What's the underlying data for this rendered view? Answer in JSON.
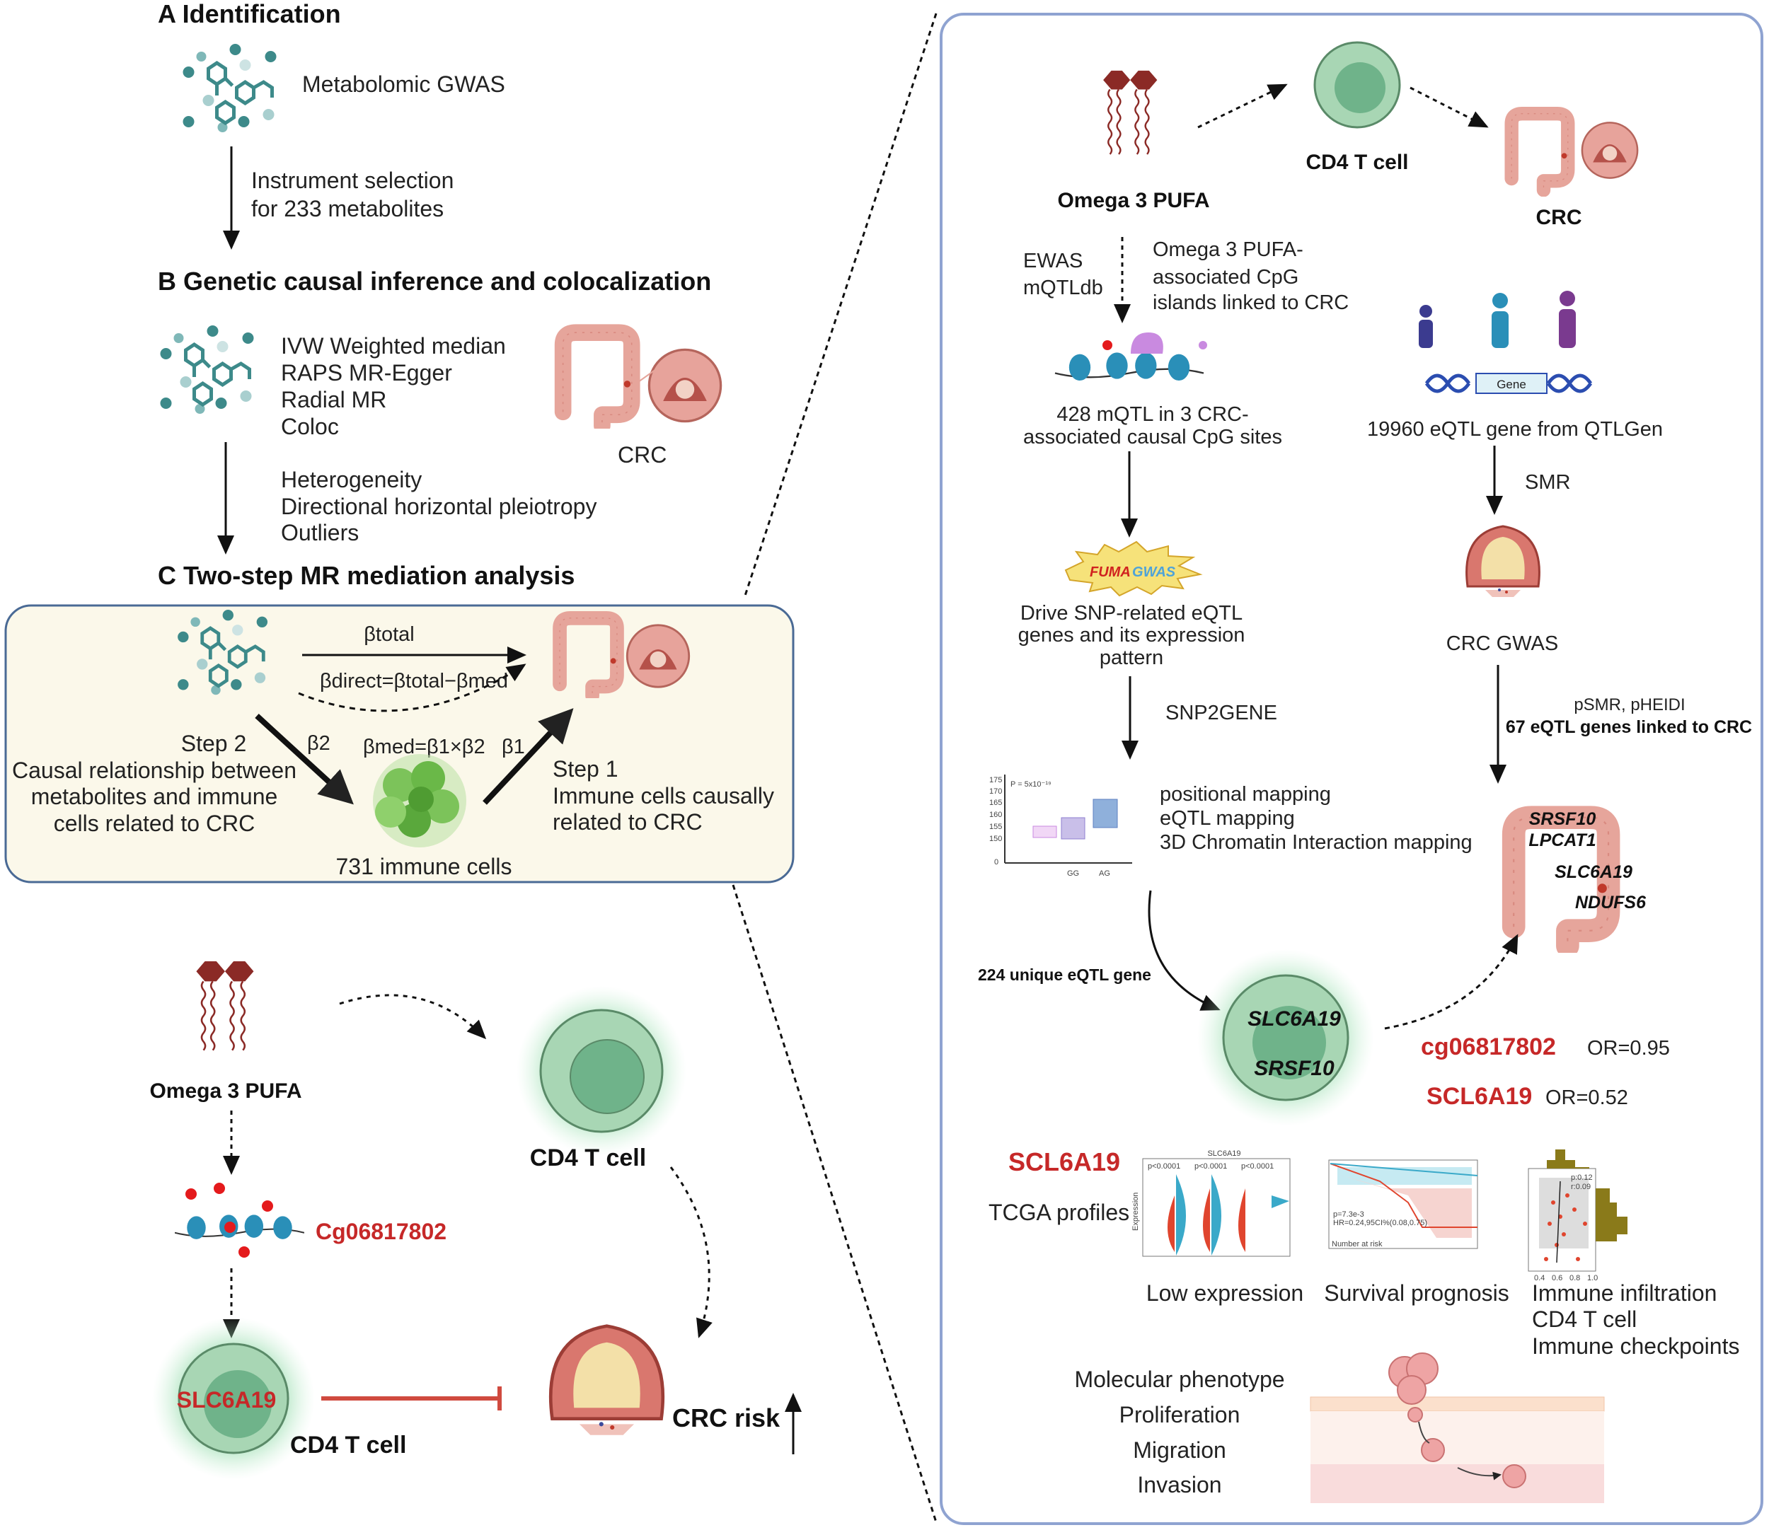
{
  "section_a": {
    "title": "A  Identification",
    "gwas": "Metabolomic GWAS",
    "step_line1": "Instrument selection",
    "step_line2": "for 233 metabolites"
  },
  "section_b": {
    "title": "B  Genetic causal inference and colocalization",
    "methods": [
      "IVW   Weighted median",
      "RAPS    MR-Egger",
      "Radial MR",
      "Coloc"
    ],
    "organ_label": "CRC",
    "sensitivity": [
      "Heterogeneity",
      "Directional horizontal pleiotropy",
      "Outliers"
    ]
  },
  "section_c": {
    "title": "C  Two-step MR mediation analysis",
    "beta_total": "βtotal",
    "beta_direct": "βdirect=βtotal−βmed",
    "beta2": "β2",
    "beta_med": "βmed=β1×β2",
    "beta1": "β1",
    "step2": [
      "Step 2",
      "Causal relationship between",
      "metabolites and immune",
      "cells related to CRC"
    ],
    "step1": [
      "Step 1",
      "Immune cells causally",
      "related to CRC"
    ],
    "immune_cells": "731 immune cells"
  },
  "summary": {
    "omega": "Omega 3 PUFA",
    "cd4": "CD4 T cell",
    "cpg": "Cg06817802",
    "gene": "SLC6A19",
    "cd4_bottom": "CD4 T cell",
    "crc_risk": "CRC risk"
  },
  "right": {
    "omega": "Omega 3 PUFA",
    "cd4": "CD4 T cell",
    "crc": "CRC",
    "ewas": [
      "EWAS",
      "mQTLdb"
    ],
    "cpg_desc": [
      "Omega 3 PUFA-",
      "associated CpG",
      "islands linked to CRC"
    ],
    "mqtl": [
      "428 mQTL in 3 CRC-",
      "associated causal CpG sites"
    ],
    "fuma": {
      "a": "FUMA",
      "b": "GWAS"
    },
    "drive": [
      "Drive SNP-related eQTL",
      "genes and its expression",
      "pattern"
    ],
    "snp2gene": "SNP2GENE",
    "mapping": [
      "positional mapping",
      "eQTL mapping",
      "3D Chromatin Interaction mapping"
    ],
    "boxplot": {
      "p": "P = 5x10⁻¹⁹",
      "yticks": [
        "175",
        "170",
        "165",
        "160",
        "155",
        "150",
        "0"
      ],
      "xticks": [
        "GG",
        "AG"
      ]
    },
    "gene_box": "Gene",
    "eqtl": "19960 eQTL gene from QTLGen",
    "smr": "SMR",
    "crc_gwas": "CRC GWAS",
    "psmr": "pSMR,  pHEIDI",
    "linked": "67 eQTL genes linked to CRC",
    "colon_genes": [
      "SRSF10",
      "LPCAT1",
      "SLC6A19",
      "NDUFS6"
    ],
    "unique": "224 unique eQTL gene",
    "cell_genes": [
      "SLC6A19",
      "SRSF10"
    ],
    "cg": "cg06817802",
    "cg_or": "OR=0.95",
    "scl": "SCL6A19",
    "scl_or": "OR=0.52",
    "tcga_gene": "SCL6A19",
    "tcga": "TCGA profiles",
    "violin": {
      "title": "SLC6A19",
      "p": [
        "p<0.0001",
        "p<0.0001",
        "p<0.0001"
      ],
      "ylabel": "Expression"
    },
    "km": {
      "p": "p=7.3e-3",
      "hr": "HR=0.24,95CI%(0.08,0.75)",
      "risk": "Number at risk"
    },
    "scatter": {
      "p": "p:0.12",
      "r": "r:0.09",
      "xticks": [
        "0.4",
        "0.6",
        "0.8",
        "1.0"
      ]
    },
    "panel_labels": [
      "Low expression",
      "Survival prognosis"
    ],
    "immune": [
      "Immune infiltration",
      "CD4 T cell",
      "Immune checkpoints"
    ],
    "phenotype": [
      "Molecular phenotype",
      "Proliferation",
      "Migration",
      "Invasion"
    ]
  },
  "colors": {
    "teal": "#3d8a8a",
    "red": "#c62828",
    "cell_green": "#6fb38a",
    "panel_border": "#8fa3d1",
    "box_bg": "#fbf8ea"
  }
}
